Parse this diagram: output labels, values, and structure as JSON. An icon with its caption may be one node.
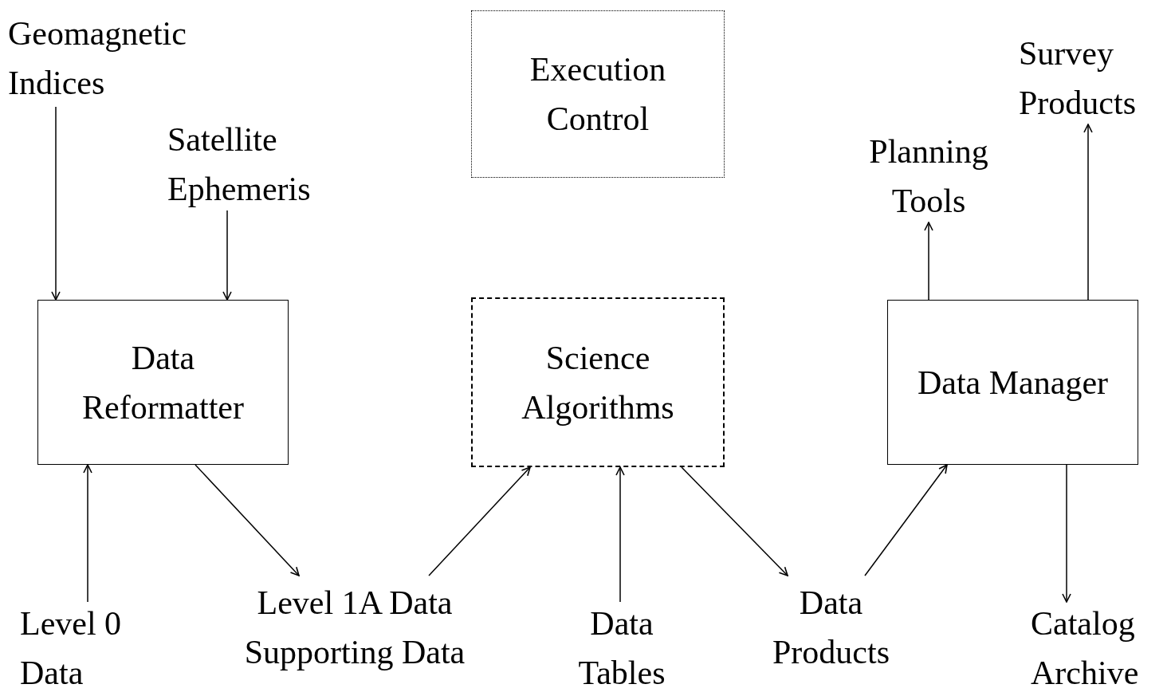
{
  "diagram": {
    "nodes": [
      {
        "text": [
          "Geomagnetic Indices"
        ]
      },
      {
        "text": [
          "Satellite Ephemeris"
        ]
      },
      {
        "text": [
          "Execution Control"
        ]
      },
      {
        "text": [
          "Planning Tools"
        ]
      },
      {
        "text": [
          "Survey Products"
        ]
      },
      {
        "text": [
          "Data Reformatter"
        ]
      },
      {
        "text": [
          "Science Algorithms"
        ]
      },
      {
        "text": [
          "Data Manager"
        ]
      },
      {
        "text": [
          "Level 0 Data"
        ]
      },
      {
        "text": [
          "Level 1A Data Supporting Data"
        ]
      },
      {
        "text": [
          "Data Tables"
        ]
      },
      {
        "text": [
          "Data Products"
        ]
      },
      {
        "text": [
          "Catalog Archive"
        ]
      }
    ],
    "edges": [
      {
        "from": 0,
        "to": 5,
        "arrow": "to"
      },
      {
        "from": 1,
        "to": 5,
        "arrow": "to"
      },
      {
        "from": 8,
        "to": 5,
        "arrow": "to"
      },
      {
        "from": 5,
        "to": 9,
        "arrow": "to"
      },
      {
        "from": 9,
        "to": 6,
        "arrow": "to"
      },
      {
        "from": 10,
        "to": 6,
        "arrow": "to"
      },
      {
        "from": 6,
        "to": 11,
        "arrow": "to"
      },
      {
        "from": 11,
        "to": 7,
        "arrow": "to"
      },
      {
        "from": 7,
        "to": 3,
        "arrow": "to"
      },
      {
        "from": 7,
        "to": 4,
        "arrow": "to"
      },
      {
        "from": 7,
        "to": 12,
        "arrow": "to"
      }
    ]
  }
}
